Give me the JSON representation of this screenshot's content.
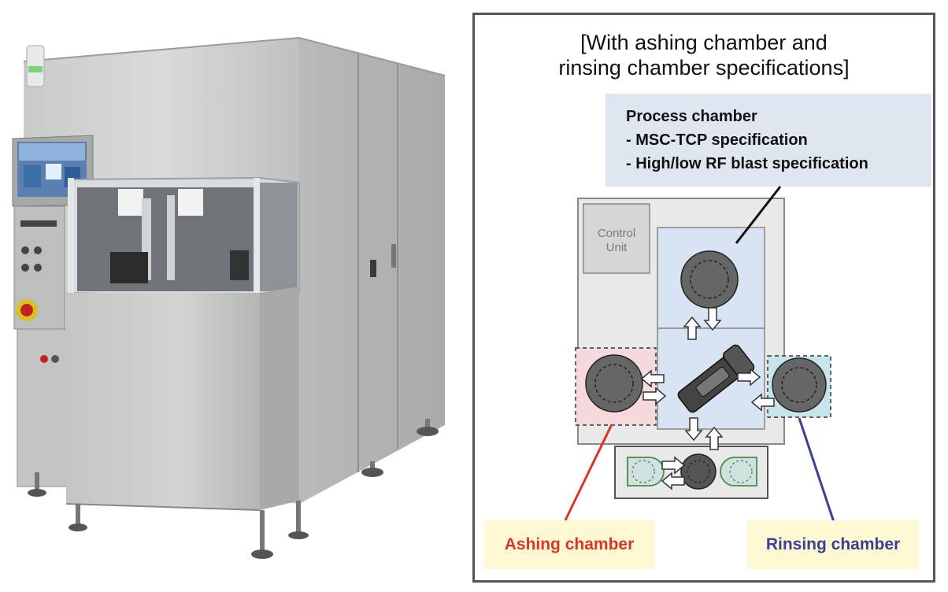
{
  "photo": {
    "label": "machine-photo"
  },
  "diagram": {
    "title_lines": [
      "[With ashing chamber and",
      "rinsing chamber specifications]"
    ],
    "process_chamber": {
      "lines": [
        "Process chamber",
        "- MSC-TCP specification",
        "- High/low RF blast specification"
      ]
    },
    "control_unit": {
      "lines": [
        "Control",
        "Unit"
      ]
    },
    "ashing_chamber": {
      "label": "Ashing chamber",
      "color": "#d9352a"
    },
    "rinsing_chamber": {
      "label": "Rinsing chamber",
      "color": "#3a3f97"
    }
  },
  "colors": {
    "frame": "#555555",
    "process_fill": "#dfe6f0",
    "callout_fill": "#fdf7d2",
    "chamber_fill": "#d8e3f3",
    "ashing_zone": "#f6d9dc",
    "rinsing_zone": "#c7e4ea"
  }
}
